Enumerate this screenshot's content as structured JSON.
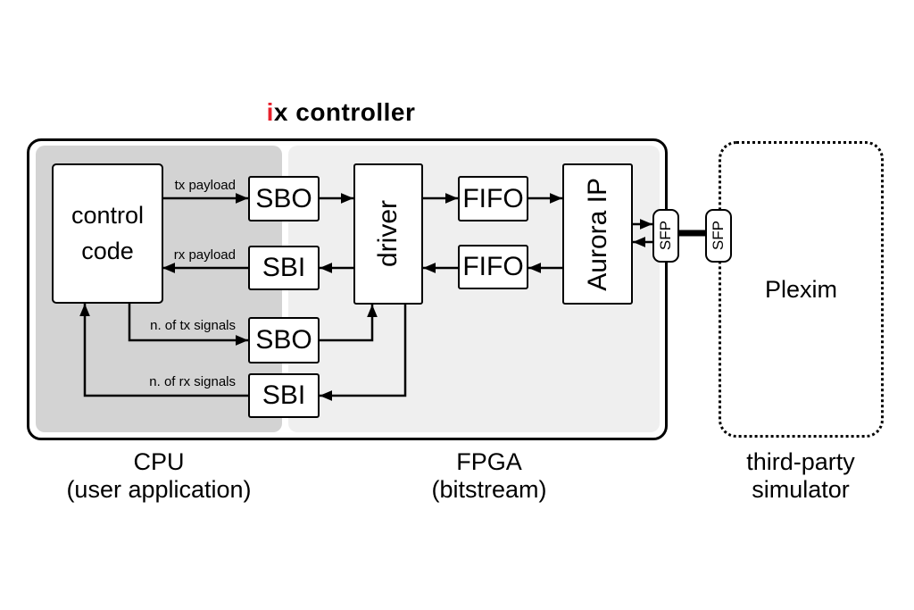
{
  "title": {
    "accent": "i",
    "rest": "x controller"
  },
  "colors": {
    "accent": "#e8202c",
    "cpu_region": "#d3d3d3",
    "fpga_region": "#efefef"
  },
  "blocks": {
    "control_code": "control\ncode",
    "sbo_tx": "SBO",
    "sbi_rx": "SBI",
    "sbo_ntx": "SBO",
    "sbi_nrx": "SBI",
    "driver": "driver",
    "fifo_tx": "FIFO",
    "fifo_rx": "FIFO",
    "aurora": "Aurora IP",
    "sfp_fpga": "SFP",
    "sfp_sim": "SFP",
    "plexim": "Plexim"
  },
  "edge_labels": {
    "tx_payload": "tx payload",
    "rx_payload": "rx payload",
    "n_tx_signals": "n. of tx signals",
    "n_rx_signals": "n. of rx signals"
  },
  "captions": {
    "cpu": "CPU\n(user application)",
    "fpga": "FPGA\n(bitstream)",
    "simulator": "third-party\nsimulator"
  }
}
